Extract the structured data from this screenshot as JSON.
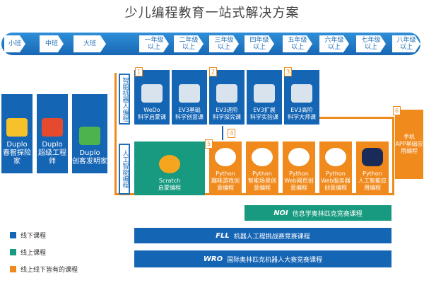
{
  "title": "少儿编程教育一站式解决方案",
  "grades": [
    "小班",
    "中班",
    "大班",
    "一年级以上",
    "二年级以上",
    "三年级以上",
    "四年级以上",
    "五年级以上",
    "六年级以上",
    "七年级以上",
    "八年级以上"
  ],
  "side_labels": {
    "robot": "智能机器人编程",
    "ai": "人工智能编程"
  },
  "duplo": [
    {
      "line1": "Duplo",
      "line2": "春智探险家"
    },
    {
      "line1": "Duplo",
      "line2": "超级工程师"
    },
    {
      "line1": "Duplo",
      "line2": "创客发明家"
    }
  ],
  "robot_courses": [
    {
      "line1": "WeDo",
      "line2": "科学启蒙课"
    },
    {
      "line1": "EV3基础",
      "line2": "科学创意课"
    },
    {
      "line1": "EV3进阶",
      "line2": "科学探究课"
    },
    {
      "line1": "EV3扩展",
      "line2": "科学实验课"
    },
    {
      "line1": "EV3高阶",
      "line2": "科学大师课"
    }
  ],
  "scratch": {
    "line1": "Scratch",
    "line2": "启蒙编程"
  },
  "python_courses": [
    {
      "line1": "Python",
      "line2": "趣味游戏创意编程"
    },
    {
      "line1": "Python",
      "line2": "智能场景创意编程"
    },
    {
      "line1": "Python",
      "line2": "Web网页创意编程"
    },
    {
      "line1": "Python",
      "line2": "Web服务器创意编程"
    },
    {
      "line1": "Python",
      "line2": "人工智能应用编程"
    }
  ],
  "app": {
    "line1": "手机",
    "line2": "APP基础应用编程"
  },
  "numbers": [
    "1",
    "2",
    "3",
    "4",
    "5",
    "6"
  ],
  "bands": [
    {
      "logo": "NOI",
      "text": "信息学奥林匹克竞赛课程"
    },
    {
      "logo": "FLL",
      "text": "机器人工程挑战赛竞赛课程"
    },
    {
      "logo": "WRO",
      "text": "国际奥林匹克机器人大赛竞赛课程"
    }
  ],
  "legend": [
    "线下课程",
    "线上课程",
    "线上线下皆有的课程"
  ],
  "colors": {
    "blue": "#1565b5",
    "orange": "#f08a1c",
    "teal": "#179a7f"
  }
}
